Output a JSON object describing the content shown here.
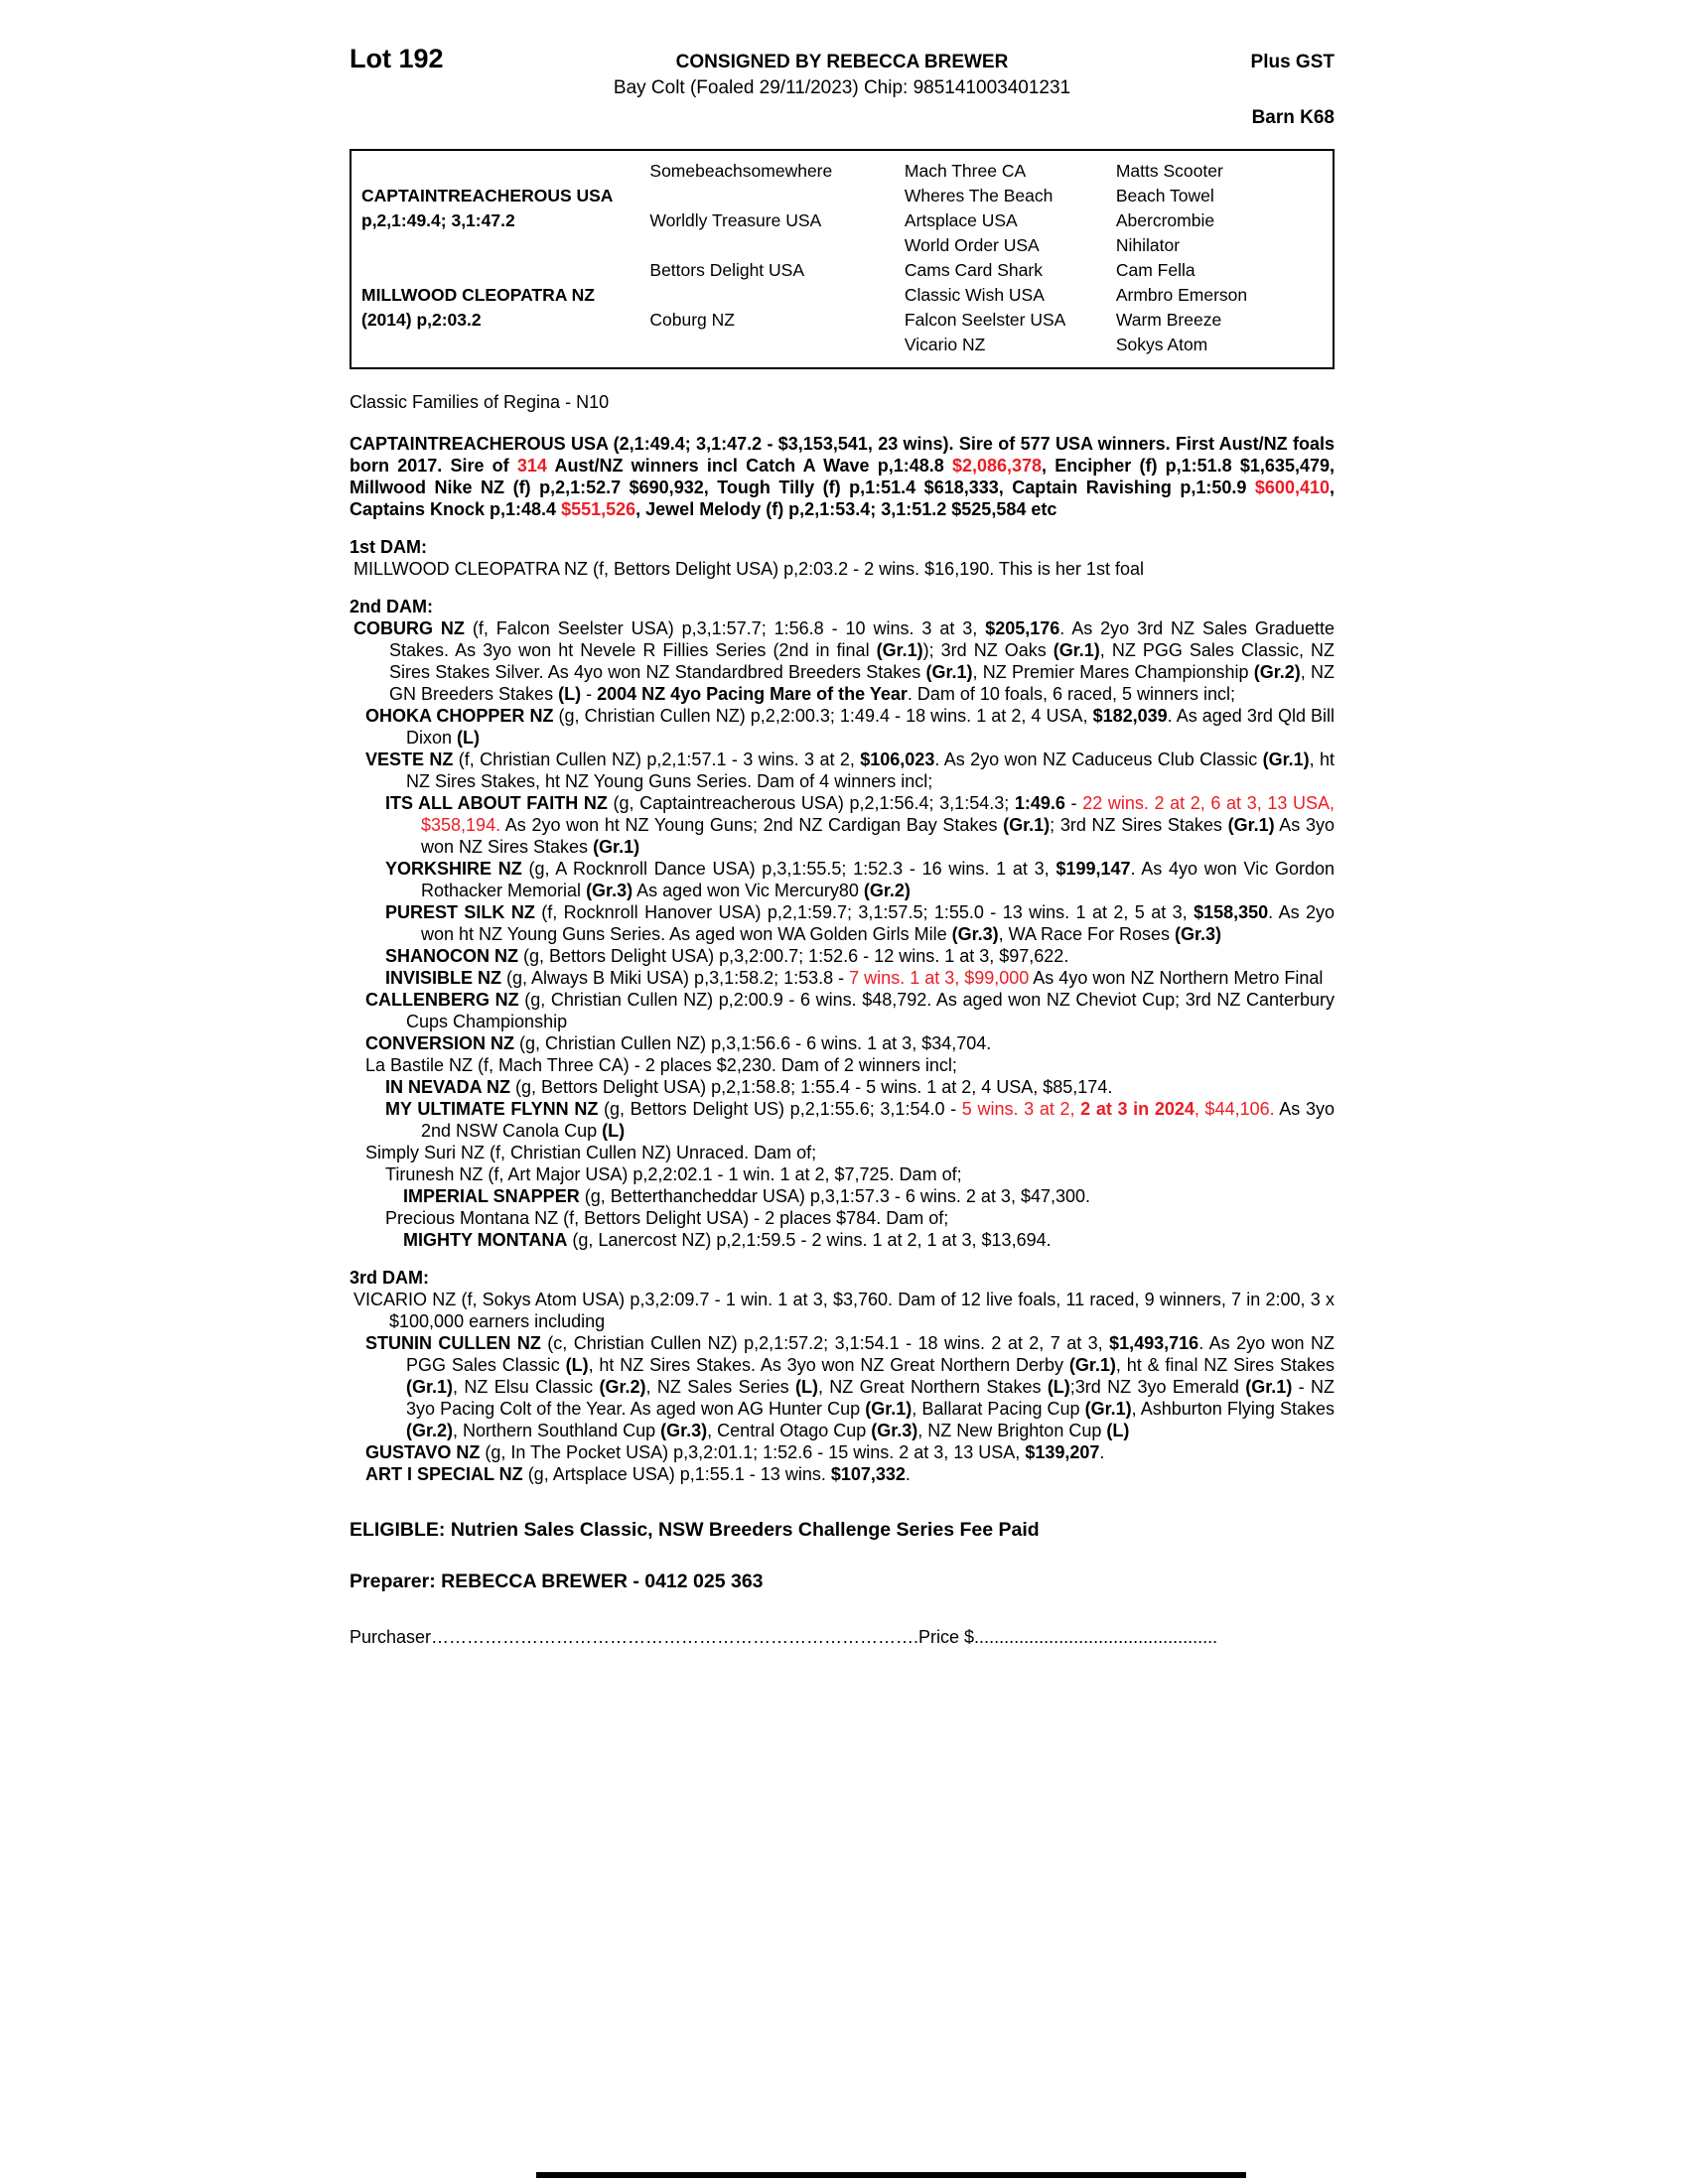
{
  "colors": {
    "red": "#ed1c24"
  },
  "header": {
    "lot": "Lot 192",
    "consigned": "CONSIGNED BY REBECCA BREWER",
    "plus_gst": "Plus GST",
    "subtitle": "Bay Colt (Foaled 29/11/2023) Chip: 985141003401231",
    "barn": "Barn K68"
  },
  "pedigree": {
    "rows": [
      [
        [
          "",
          0
        ],
        [
          "Somebeachsomewhere",
          0
        ],
        [
          "Mach Three CA",
          0
        ],
        [
          "Matts Scooter",
          0
        ]
      ],
      [
        [
          "CAPTAINTREACHEROUS USA",
          1
        ],
        [
          "",
          0
        ],
        [
          "Wheres The Beach",
          0
        ],
        [
          "Beach Towel",
          0
        ]
      ],
      [
        [
          "p,2,1:49.4; 3,1:47.2",
          1
        ],
        [
          "Worldly Treasure USA",
          0
        ],
        [
          "Artsplace USA",
          0
        ],
        [
          "Abercrombie",
          0
        ]
      ],
      [
        [
          "",
          0
        ],
        [
          "",
          0
        ],
        [
          "World Order USA",
          0
        ],
        [
          "Nihilator",
          0
        ]
      ],
      [
        [
          "",
          0
        ],
        [
          "Bettors Delight USA",
          0
        ],
        [
          "Cams Card Shark",
          0
        ],
        [
          "Cam Fella",
          0
        ]
      ],
      [
        [
          "MILLWOOD CLEOPATRA NZ",
          1
        ],
        [
          "",
          0
        ],
        [
          "Classic Wish USA",
          0
        ],
        [
          "Armbro Emerson",
          0
        ]
      ],
      [
        [
          "(2014) p,2:03.2",
          1
        ],
        [
          "Coburg NZ",
          0
        ],
        [
          "Falcon Seelster USA",
          0
        ],
        [
          "Warm Breeze",
          0
        ]
      ],
      [
        [
          "",
          0
        ],
        [
          "",
          0
        ],
        [
          "Vicario NZ",
          0
        ],
        [
          "Sokys Atom",
          0
        ]
      ]
    ]
  },
  "body": [
    {
      "type": "plain",
      "name": "classic-families-note",
      "seg": [
        [
          "Classic Families of Regina - N10",
          ""
        ]
      ]
    },
    {
      "type": "sire",
      "name": "sire-summary",
      "seg": [
        [
          "CAPTAINTREACHEROUS USA (2,1:49.4; 3,1:47.2 - $3,153,541, 23 wins). Sire of 577 USA winners. First Aust/NZ foals born 2017. Sire of ",
          "b"
        ],
        [
          "314",
          "br"
        ],
        [
          " Aust/NZ winners incl Catch A Wave p,1:48.8 ",
          "b"
        ],
        [
          "$2,086,378",
          "br"
        ],
        [
          ", Encipher (f) p,1:51.8 $1,635,479, Millwood Nike NZ (f) p,2,1:52.7 $690,932, Tough Tilly (f) p,1:51.4 $618,333, Captain Ravishing p,1:50.9 ",
          "b"
        ],
        [
          "$600,410",
          "br"
        ],
        [
          ", Captains Knock p,1:48.4 ",
          "b"
        ],
        [
          "$551,526",
          "br"
        ],
        [
          ", Jewel Melody (f) p,2,1:53.4; 3,1:51.2 $525,584 etc",
          "b"
        ]
      ]
    },
    {
      "type": "heading",
      "name": "first-dam-heading",
      "seg": [
        [
          "1st DAM:",
          "b"
        ]
      ]
    },
    {
      "type": "entry",
      "ind": 0,
      "name": "entry-millwood-cleopatra",
      "seg": [
        [
          "MILLWOOD CLEOPATRA NZ (f, Bettors Delight USA) p,2:03.2 - 2 wins. $16,190. This is her 1st foal",
          ""
        ]
      ]
    },
    {
      "type": "heading",
      "name": "second-dam-heading",
      "seg": [
        [
          "2nd DAM:",
          "b"
        ]
      ]
    },
    {
      "type": "entry",
      "ind": 0,
      "name": "entry-coburg",
      "seg": [
        [
          "COBURG NZ",
          "b"
        ],
        [
          " (f, Falcon Seelster USA) p,3,1:57.7; 1:56.8 - 10 wins. 3 at 3, ",
          ""
        ],
        [
          "$205,176",
          "b"
        ],
        [
          ". As 2yo 3rd NZ Sales Graduette Stakes. As 3yo won ht Nevele R Fillies Series (2nd in final ",
          ""
        ],
        [
          "(Gr.1)",
          "b"
        ],
        [
          "); 3rd NZ Oaks ",
          ""
        ],
        [
          "(Gr.1)",
          "b"
        ],
        [
          ", NZ PGG Sales Classic, NZ Sires Stakes Silver. As 4yo won NZ Standardbred Breeders Stakes ",
          ""
        ],
        [
          "(Gr.1)",
          "b"
        ],
        [
          ", NZ Premier Mares Championship ",
          ""
        ],
        [
          "(Gr.2)",
          "b"
        ],
        [
          ", NZ GN Breeders Stakes ",
          ""
        ],
        [
          "(L)",
          "b"
        ],
        [
          " - ",
          ""
        ],
        [
          "2004 NZ 4yo Pacing Mare of the Year",
          "b"
        ],
        [
          ". Dam of 10 foals, 6 raced, 5 winners incl;",
          ""
        ]
      ]
    },
    {
      "type": "entry",
      "ind": 1,
      "name": "entry-ohoka-chopper",
      "seg": [
        [
          "OHOKA CHOPPER NZ",
          "b"
        ],
        [
          " (g, Christian Cullen NZ) p,2,2:00.3; 1:49.4 - 18 wins. 1 at 2, 4 USA, ",
          ""
        ],
        [
          "$182,039",
          "b"
        ],
        [
          ". As aged 3rd Qld Bill Dixon ",
          ""
        ],
        [
          "(L)",
          "b"
        ]
      ]
    },
    {
      "type": "entry",
      "ind": 1,
      "name": "entry-veste",
      "seg": [
        [
          "VESTE NZ",
          "b"
        ],
        [
          " (f, Christian Cullen NZ) p,2,1:57.1 - 3 wins. 3 at 2, ",
          ""
        ],
        [
          "$106,023",
          "b"
        ],
        [
          ". As 2yo won NZ Caduceus Club Classic ",
          ""
        ],
        [
          "(Gr.1)",
          "b"
        ],
        [
          ", ht NZ Sires Stakes, ht NZ Young Guns Series. Dam of 4 winners incl;",
          ""
        ]
      ]
    },
    {
      "type": "entry",
      "ind": 2,
      "name": "entry-its-all-about-faith",
      "seg": [
        [
          "ITS ALL ABOUT FAITH NZ",
          "b"
        ],
        [
          " (g, Captaintreacherous USA) p,2,1:56.4; 3,1:54.3; ",
          ""
        ],
        [
          "1:49.6",
          "b"
        ],
        [
          " - ",
          ""
        ],
        [
          "22 wins. 2 at 2, 6 at 3, 13 USA, $358,194.",
          "r"
        ],
        [
          " As 2yo won ht NZ Young Guns; 2nd NZ Cardigan Bay Stakes ",
          ""
        ],
        [
          "(Gr.1)",
          "b"
        ],
        [
          "; 3rd NZ Sires Stakes ",
          ""
        ],
        [
          "(Gr.1)",
          "b"
        ],
        [
          " As 3yo won NZ Sires Stakes ",
          ""
        ],
        [
          "(Gr.1)",
          "b"
        ]
      ]
    },
    {
      "type": "entry",
      "ind": 2,
      "name": "entry-yorkshire",
      "seg": [
        [
          "YORKSHIRE NZ",
          "b"
        ],
        [
          " (g, A Rocknroll Dance USA) p,3,1:55.5; 1:52.3 - 16 wins. 1 at 3, ",
          ""
        ],
        [
          "$199,147",
          "b"
        ],
        [
          ". As 4yo won Vic Gordon Rothacker Memorial ",
          ""
        ],
        [
          "(Gr.3)",
          "b"
        ],
        [
          " As aged won Vic Mercury80 ",
          ""
        ],
        [
          "(Gr.2)",
          "b"
        ]
      ]
    },
    {
      "type": "entry",
      "ind": 2,
      "name": "entry-purest-silk",
      "seg": [
        [
          "PUREST SILK NZ",
          "b"
        ],
        [
          " (f, Rocknroll Hanover USA) p,2,1:59.7; 3,1:57.5; 1:55.0 - 13 wins. 1 at 2, 5 at 3, ",
          ""
        ],
        [
          "$158,350",
          "b"
        ],
        [
          ". As 2yo won ht NZ Young Guns Series. As aged won WA Golden Girls Mile ",
          ""
        ],
        [
          "(Gr.3)",
          "b"
        ],
        [
          ", WA Race For Roses ",
          ""
        ],
        [
          "(Gr.3)",
          "b"
        ]
      ]
    },
    {
      "type": "entry",
      "ind": 2,
      "name": "entry-shanocon",
      "seg": [
        [
          "SHANOCON NZ",
          "b"
        ],
        [
          " (g, Bettors Delight USA) p,3,2:00.7; 1:52.6 - 12 wins. 1 at 3, $97,622.",
          ""
        ]
      ]
    },
    {
      "type": "entry",
      "ind": 2,
      "name": "entry-invisible",
      "seg": [
        [
          "INVISIBLE NZ",
          "b"
        ],
        [
          " (g, Always B Miki USA) p,3,1:58.2; 1:53.8 - ",
          ""
        ],
        [
          "7 wins. 1 at 3, $99,000",
          "r"
        ],
        [
          " As 4yo won NZ Northern Metro Final",
          ""
        ]
      ]
    },
    {
      "type": "entry",
      "ind": 1,
      "name": "entry-callenberg",
      "seg": [
        [
          "CALLENBERG NZ",
          "b"
        ],
        [
          " (g, Christian Cullen NZ) p,2:00.9 - 6 wins. $48,792. As aged won NZ Cheviot Cup; 3rd NZ Canterbury Cups Championship",
          ""
        ]
      ]
    },
    {
      "type": "entry",
      "ind": 1,
      "name": "entry-conversion",
      "seg": [
        [
          "CONVERSION NZ",
          "b"
        ],
        [
          " (g, Christian Cullen NZ) p,3,1:56.6 - 6 wins. 1 at 3, $34,704.",
          ""
        ]
      ]
    },
    {
      "type": "entry",
      "ind": 1,
      "name": "entry-la-bastile",
      "seg": [
        [
          "La Bastile NZ (f, Mach Three CA) - 2 places $2,230. Dam of 2 winners incl;",
          ""
        ]
      ]
    },
    {
      "type": "entry",
      "ind": 2,
      "name": "entry-in-nevada",
      "seg": [
        [
          "IN NEVADA NZ",
          "b"
        ],
        [
          " (g, Bettors Delight USA) p,2,1:58.8; 1:55.4 - 5 wins. 1 at 2, 4 USA, $85,174.",
          ""
        ]
      ]
    },
    {
      "type": "entry",
      "ind": 2,
      "name": "entry-my-ultimate-flynn",
      "seg": [
        [
          "MY ULTIMATE FLYNN NZ",
          "b"
        ],
        [
          " (g, Bettors Delight US) p,2,1:55.6; 3,1:54.0 - ",
          ""
        ],
        [
          "5 wins. 3 at 2, ",
          "r"
        ],
        [
          "2 at 3 in 2024",
          "br"
        ],
        [
          ", $44,106.",
          "r"
        ],
        [
          " As 3yo 2nd NSW Canola Cup ",
          ""
        ],
        [
          "(L)",
          "b"
        ]
      ]
    },
    {
      "type": "entry",
      "ind": 1,
      "name": "entry-simply-suri",
      "seg": [
        [
          "Simply Suri NZ (f, Christian Cullen NZ) Unraced. Dam of;",
          ""
        ]
      ]
    },
    {
      "type": "entry",
      "ind": 2,
      "name": "entry-tirunesh",
      "seg": [
        [
          "Tirunesh NZ (f, Art Major USA) p,2,2:02.1 - 1 win. 1 at 2, $7,725. Dam of;",
          ""
        ]
      ]
    },
    {
      "type": "entry",
      "ind": 3,
      "name": "entry-imperial-snapper",
      "seg": [
        [
          "IMPERIAL SNAPPER",
          "b"
        ],
        [
          " (g, Betterthancheddar USA) p,3,1:57.3 - 6 wins. 2 at 3, $47,300.",
          ""
        ]
      ]
    },
    {
      "type": "entry",
      "ind": 2,
      "name": "entry-precious-montana",
      "seg": [
        [
          "Precious Montana NZ (f, Bettors Delight USA) - 2 places $784. Dam of;",
          ""
        ]
      ]
    },
    {
      "type": "entry",
      "ind": 3,
      "name": "entry-mighty-montana",
      "seg": [
        [
          "MIGHTY MONTANA",
          "b"
        ],
        [
          " (g, Lanercost NZ) p,2,1:59.5 - 2 wins. 1 at 2, 1 at 3, $13,694.",
          ""
        ]
      ]
    },
    {
      "type": "heading",
      "name": "third-dam-heading",
      "seg": [
        [
          "3rd DAM:",
          "b"
        ]
      ]
    },
    {
      "type": "entry",
      "ind": 0,
      "name": "entry-vicario",
      "seg": [
        [
          "VICARIO NZ (f, Sokys Atom USA) p,3,2:09.7 - 1 win. 1 at 3, $3,760. Dam of 12 live foals, 11 raced, 9 winners, 7 in 2:00, 3 x $100,000 earners including",
          ""
        ]
      ]
    },
    {
      "type": "entry",
      "ind": 1,
      "name": "entry-stunin-cullen",
      "seg": [
        [
          "STUNIN CULLEN NZ",
          "b"
        ],
        [
          " (c, Christian Cullen NZ) p,2,1:57.2; 3,1:54.1 - 18 wins. 2 at 2, 7 at 3, ",
          ""
        ],
        [
          "$1,493,716",
          "b"
        ],
        [
          ". As 2yo won NZ PGG Sales Classic ",
          ""
        ],
        [
          "(L)",
          "b"
        ],
        [
          ", ht NZ Sires Stakes. As 3yo won NZ Great Northern Derby ",
          ""
        ],
        [
          "(Gr.1)",
          "b"
        ],
        [
          ", ht & final NZ Sires Stakes ",
          ""
        ],
        [
          "(Gr.1)",
          "b"
        ],
        [
          ", NZ Elsu Classic ",
          ""
        ],
        [
          "(Gr.2)",
          "b"
        ],
        [
          ", NZ Sales Series ",
          ""
        ],
        [
          "(L)",
          "b"
        ],
        [
          ", NZ Great Northern Stakes ",
          ""
        ],
        [
          "(L)",
          "b"
        ],
        [
          ";3rd NZ 3yo Emerald ",
          ""
        ],
        [
          "(Gr.1)",
          "b"
        ],
        [
          " - NZ 3yo Pacing Colt of the Year. As aged won AG Hunter Cup ",
          ""
        ],
        [
          "(Gr.1)",
          "b"
        ],
        [
          ", Ballarat Pacing Cup ",
          ""
        ],
        [
          "(Gr.1)",
          "b"
        ],
        [
          ", Ashburton Flying Stakes ",
          ""
        ],
        [
          "(Gr.2)",
          "b"
        ],
        [
          ", Northern Southland Cup ",
          ""
        ],
        [
          "(Gr.3)",
          "b"
        ],
        [
          ", Central Otago Cup ",
          ""
        ],
        [
          "(Gr.3)",
          "b"
        ],
        [
          ", NZ New Brighton Cup ",
          ""
        ],
        [
          "(L)",
          "b"
        ]
      ]
    },
    {
      "type": "entry",
      "ind": 1,
      "name": "entry-gustavo",
      "seg": [
        [
          "GUSTAVO NZ",
          "b"
        ],
        [
          " (g, In The Pocket USA) p,3,2:01.1; 1:52.6 - 15 wins. 2 at 3, 13 USA, ",
          ""
        ],
        [
          "$139,207",
          "b"
        ],
        [
          ".",
          ""
        ]
      ]
    },
    {
      "type": "entry",
      "ind": 1,
      "name": "entry-art-i-special",
      "seg": [
        [
          "ART I SPECIAL NZ",
          "b"
        ],
        [
          " (g, Artsplace USA) p,1:55.1 - 13 wins. ",
          ""
        ],
        [
          "$107,332",
          "b"
        ],
        [
          ".",
          ""
        ]
      ]
    },
    {
      "type": "eligible",
      "name": "eligible-line",
      "seg": [
        [
          "ELIGIBLE: Nutrien Sales Classic, NSW Breeders Challenge Series Fee Paid",
          "b"
        ]
      ]
    },
    {
      "type": "preparer",
      "name": "preparer-line",
      "seg": [
        [
          "Preparer: REBECCA BREWER - 0412 025 363",
          "b"
        ]
      ]
    },
    {
      "type": "purchaser",
      "name": "purchaser-line",
      "seg": [
        [
          "Purchaser……………………………………………………………………….Price $.................................................",
          ""
        ]
      ]
    }
  ]
}
